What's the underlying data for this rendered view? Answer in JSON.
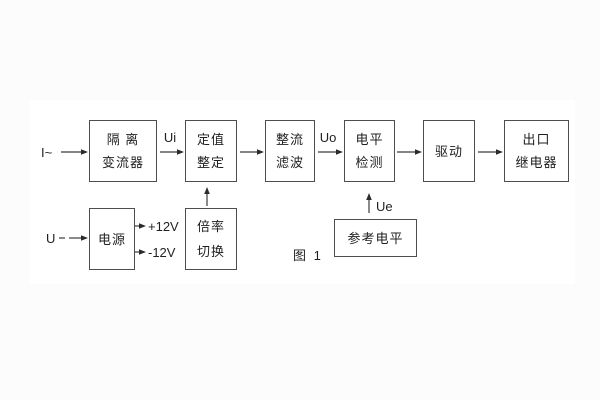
{
  "figure_caption": "图 1",
  "signal_labels": {
    "i_in": "I~",
    "u_in": "U",
    "ui": "Ui",
    "uo": "Uo",
    "ue": "Ue",
    "plus_12v": "+12V",
    "minus_12v": "-12V"
  },
  "blocks": {
    "isolation_transformer": {
      "line1": "隔 离",
      "line2": "变流器"
    },
    "setting_adjust": {
      "line1": "定值",
      "line2": "整定"
    },
    "rectify_filter": {
      "line1": "整流",
      "line2": "滤波"
    },
    "level_detect": {
      "line1": "电平",
      "line2": "检测"
    },
    "drive": {
      "line1": "驱动"
    },
    "output_relay": {
      "line1": "出口",
      "line2": "继电器"
    },
    "power_supply": {
      "line1": "电源"
    },
    "ratio_switch": {
      "line1": "倍率",
      "line2": "切换"
    },
    "reference_level": {
      "line1": "参考电平"
    }
  },
  "colors": {
    "line": "#3c3c3c",
    "text": "#1f1f1f",
    "box_border": "#4e4e4e",
    "page": "#ffffff",
    "margin": "#fcfcfc"
  }
}
